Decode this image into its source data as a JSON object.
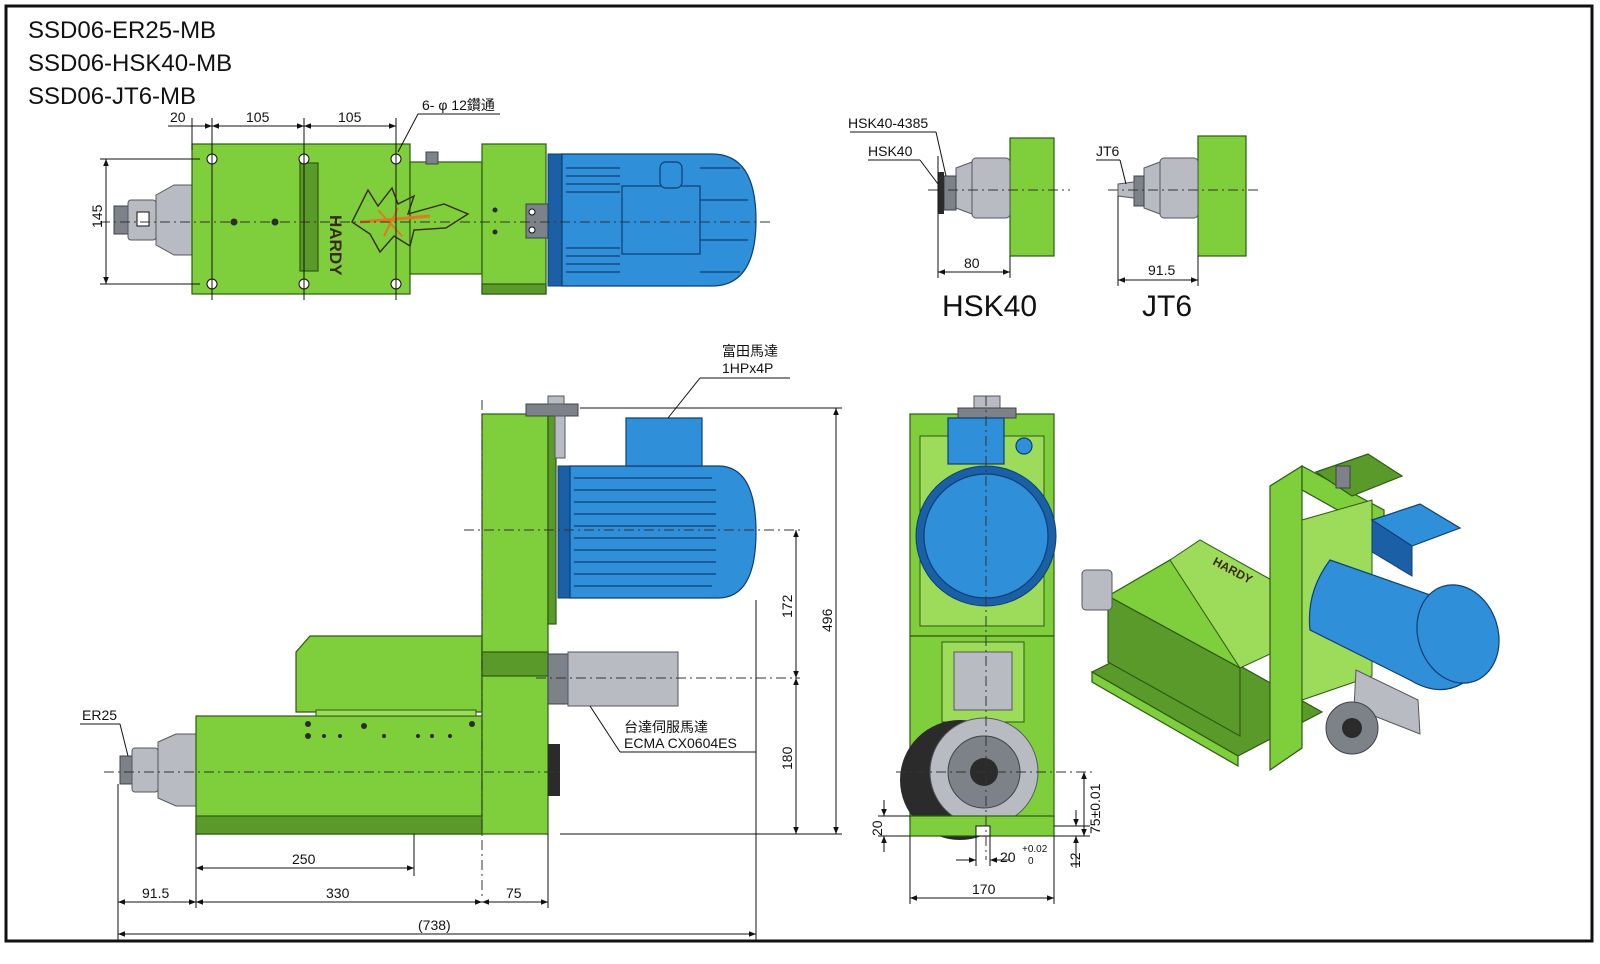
{
  "titles": {
    "line1": "SSD06-ER25-MB",
    "line2": "SSD06-HSK40-MB",
    "line3": "SSD06-JT6-MB"
  },
  "top_view": {
    "dim_20": "20",
    "dim_105a": "105",
    "dim_105b": "105",
    "holes_note": "6- φ 12鑽通",
    "dim_145": "145",
    "brand": "HARDY"
  },
  "hsk_detail": {
    "label_4385": "HSK40-4385",
    "label_hsk40": "HSK40",
    "dim_80": "80",
    "caption": "HSK40"
  },
  "jt_detail": {
    "label_jt6": "JT6",
    "dim_915": "91.5",
    "caption": "JT6"
  },
  "side_view": {
    "motor_note_line1": "富田馬達",
    "motor_note_line2": "1HPx4P",
    "servo_note_line1": "台達伺服馬達",
    "servo_note_line2": "ECMA CX0604ES",
    "er25": "ER25",
    "dim_250": "250",
    "dim_915": "91.5",
    "dim_330": "330",
    "dim_75": "75",
    "dim_738": "(738)",
    "dim_172": "172",
    "dim_180": "180",
    "dim_496": "496"
  },
  "front_view": {
    "dim_20": "20",
    "dim_20_key": "20",
    "tol_upper": "+0.02",
    "tol_lower": "0",
    "dim_170": "170",
    "dim_75tol": "75±0.01",
    "dim_12": "12"
  },
  "colors": {
    "body_green": "#7fce3c",
    "motor_blue": "#2f8fd8",
    "metal_gray": "#b8bcc2"
  }
}
